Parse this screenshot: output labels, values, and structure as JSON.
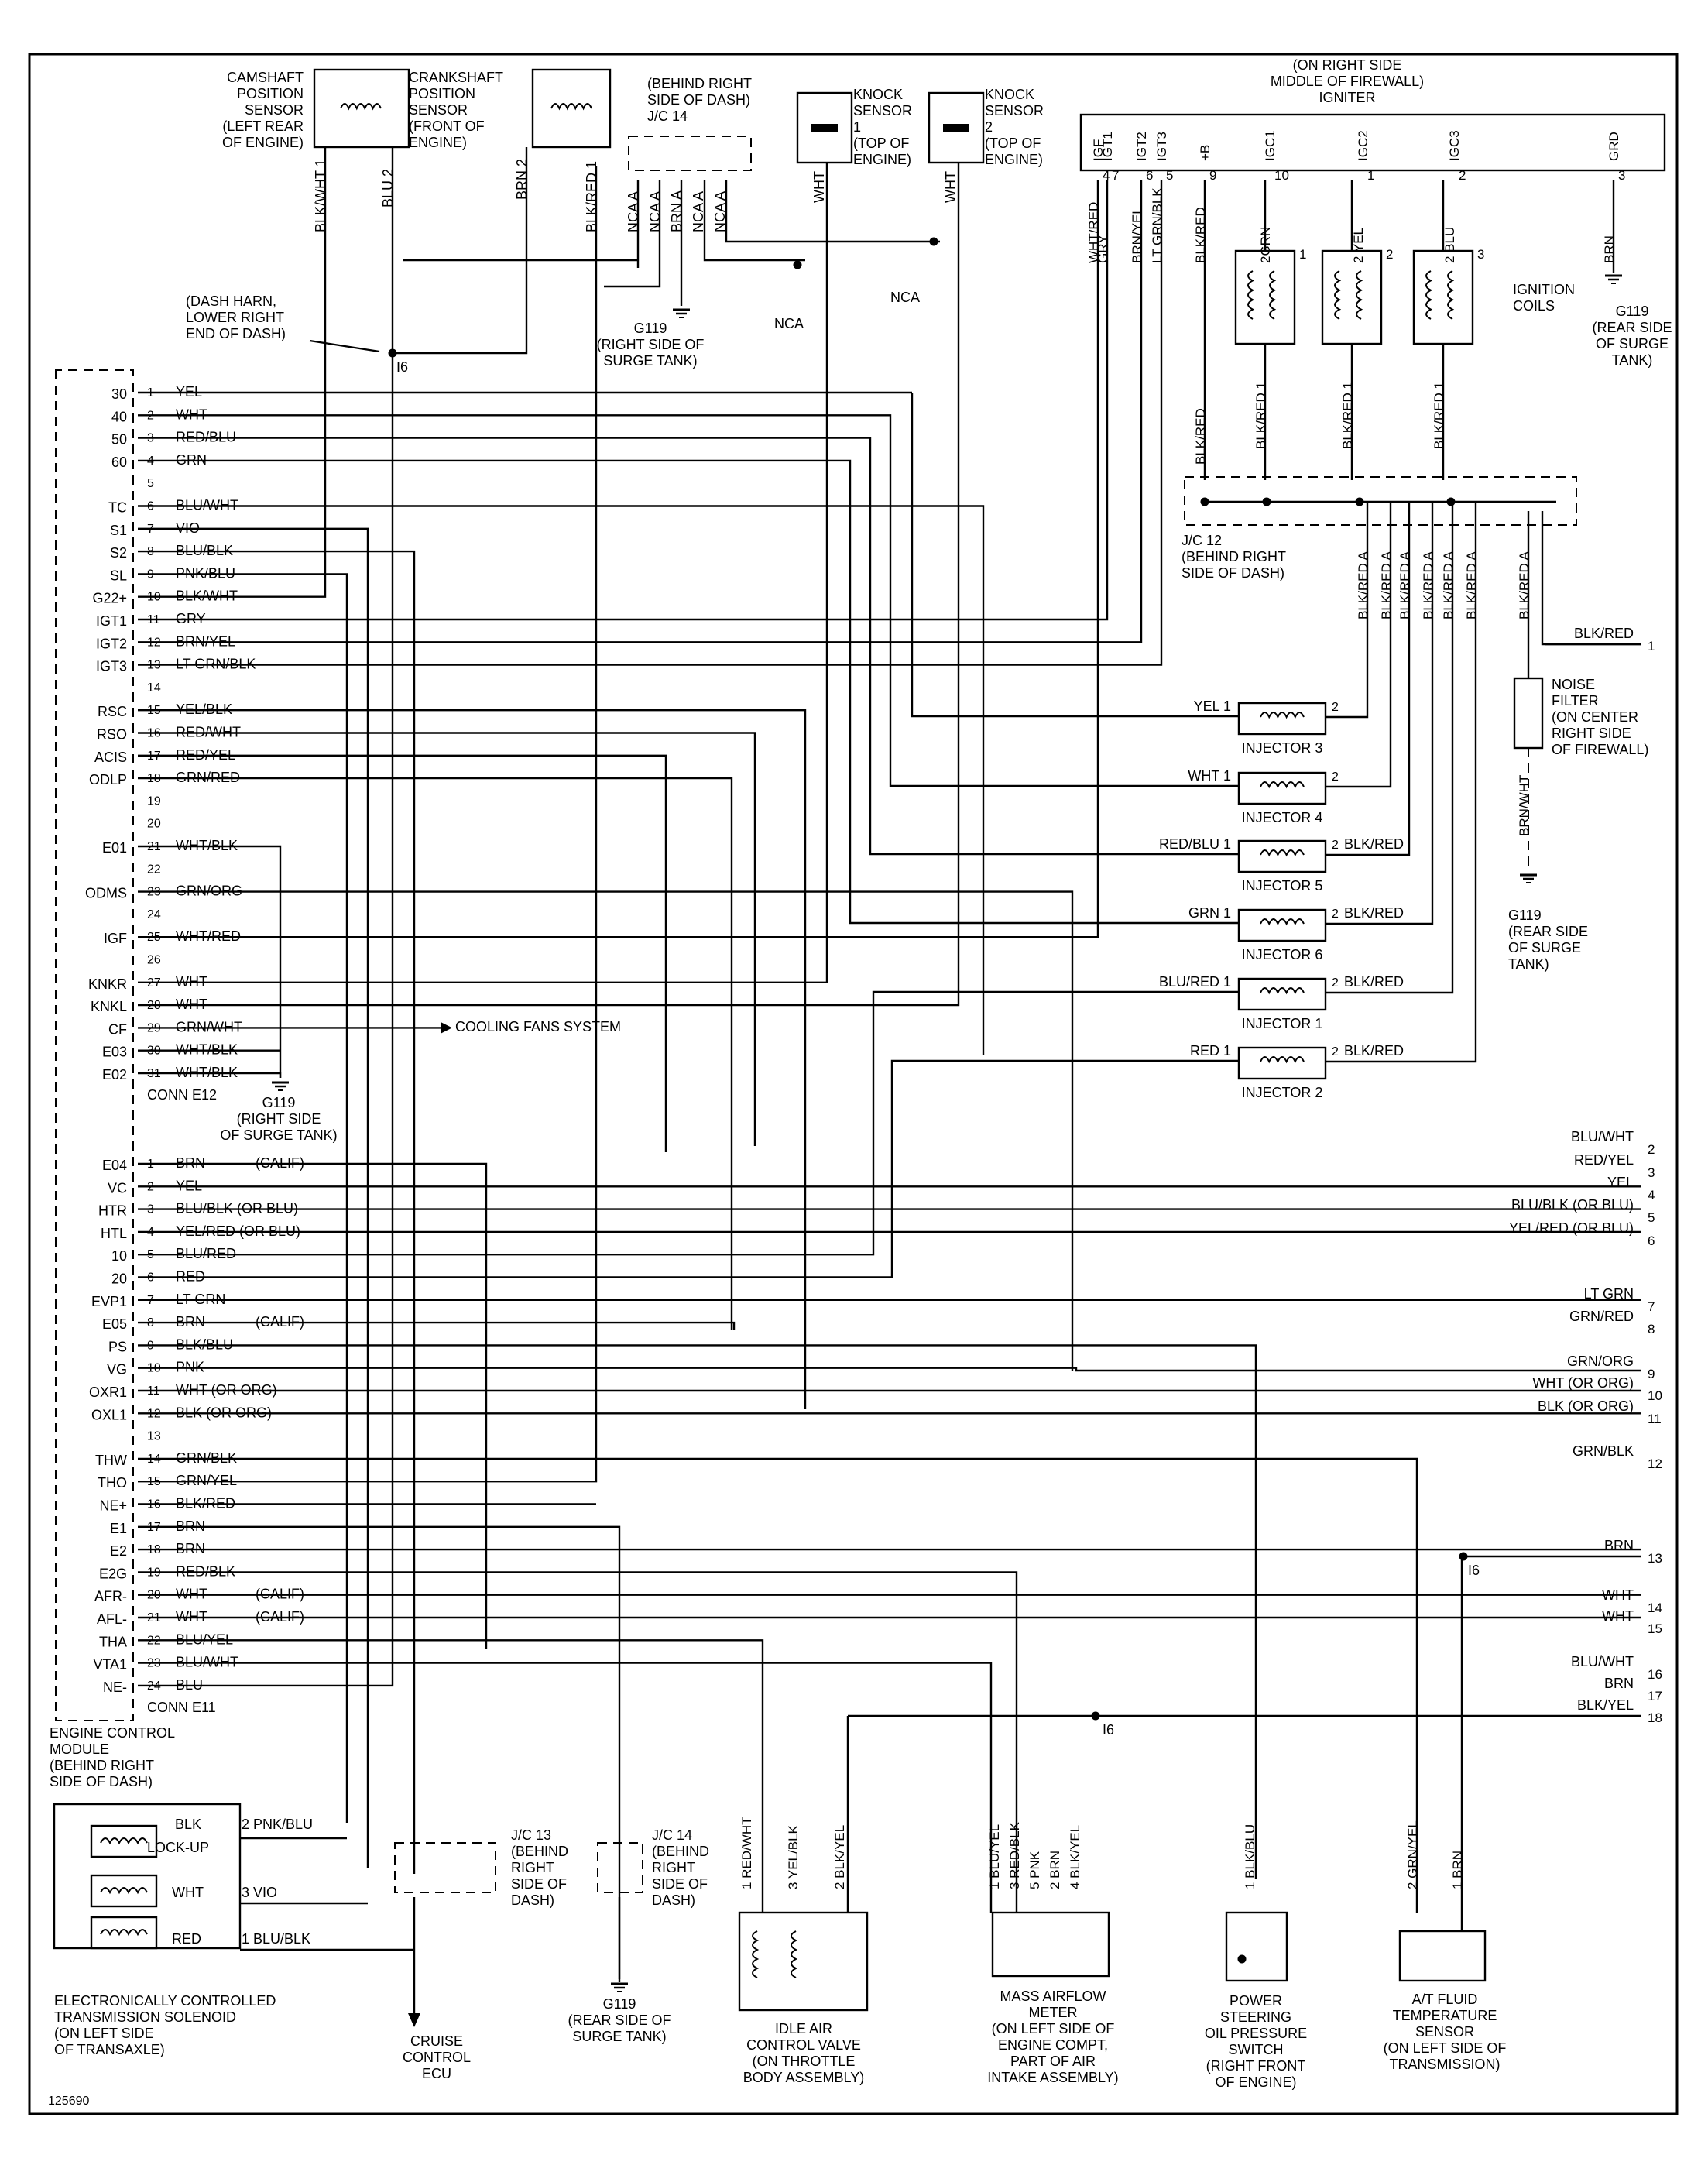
{
  "figure_id": "125690",
  "ecm": {
    "label": "ENGINE CONTROL MODULE (BEHIND RIGHT SIDE OF DASH)",
    "conn_e12": {
      "label": "CONN E12",
      "pins": [
        {
          "n": "1",
          "term": "30",
          "wire": "YEL"
        },
        {
          "n": "2",
          "term": "40",
          "wire": "WHT"
        },
        {
          "n": "3",
          "term": "50",
          "wire": "RED/BLU"
        },
        {
          "n": "4",
          "term": "60",
          "wire": "GRN"
        },
        {
          "n": "5",
          "term": "",
          "wire": ""
        },
        {
          "n": "6",
          "term": "TC",
          "wire": "BLU/WHT"
        },
        {
          "n": "7",
          "term": "S1",
          "wire": "VIO"
        },
        {
          "n": "8",
          "term": "S2",
          "wire": "BLU/BLK"
        },
        {
          "n": "9",
          "term": "SL",
          "wire": "PNK/BLU"
        },
        {
          "n": "10",
          "term": "G22+",
          "wire": "BLK/WHT"
        },
        {
          "n": "11",
          "term": "IGT1",
          "wire": "GRY"
        },
        {
          "n": "12",
          "term": "IGT2",
          "wire": "BRN/YEL"
        },
        {
          "n": "13",
          "term": "IGT3",
          "wire": "LT GRN/BLK"
        },
        {
          "n": "14",
          "term": "",
          "wire": ""
        },
        {
          "n": "15",
          "term": "RSC",
          "wire": "YEL/BLK"
        },
        {
          "n": "16",
          "term": "RSO",
          "wire": "RED/WHT"
        },
        {
          "n": "17",
          "term": "ACIS",
          "wire": "RED/YEL"
        },
        {
          "n": "18",
          "term": "ODLP",
          "wire": "GRN/RED"
        },
        {
          "n": "19",
          "term": "",
          "wire": ""
        },
        {
          "n": "20",
          "term": "",
          "wire": ""
        },
        {
          "n": "21",
          "term": "E01",
          "wire": "WHT/BLK"
        },
        {
          "n": "22",
          "term": "",
          "wire": ""
        },
        {
          "n": "23",
          "term": "ODMS",
          "wire": "GRN/ORG"
        },
        {
          "n": "24",
          "term": "",
          "wire": ""
        },
        {
          "n": "25",
          "term": "IGF",
          "wire": "WHT/RED"
        },
        {
          "n": "26",
          "term": "",
          "wire": ""
        },
        {
          "n": "27",
          "term": "KNKR",
          "wire": "WHT"
        },
        {
          "n": "28",
          "term": "KNKL",
          "wire": "WHT"
        },
        {
          "n": "29",
          "term": "CF",
          "wire": "GRN/WHT"
        },
        {
          "n": "30",
          "term": "E03",
          "wire": "WHT/BLK"
        },
        {
          "n": "31",
          "term": "E02",
          "wire": "WHT/BLK"
        }
      ]
    },
    "conn_e11": {
      "label": "CONN E11",
      "pins": [
        {
          "n": "1",
          "term": "E04",
          "wire": "BRN",
          "note": "(CALIF)"
        },
        {
          "n": "2",
          "term": "VC",
          "wire": "YEL",
          "note": ""
        },
        {
          "n": "3",
          "term": "HTR",
          "wire": "BLU/BLK (OR BLU)",
          "note": ""
        },
        {
          "n": "4",
          "term": "HTL",
          "wire": "YEL/RED (OR BLU)",
          "note": ""
        },
        {
          "n": "5",
          "term": "10",
          "wire": "BLU/RED",
          "note": ""
        },
        {
          "n": "6",
          "term": "20",
          "wire": "RED",
          "note": ""
        },
        {
          "n": "7",
          "term": "EVP1",
          "wire": "LT GRN",
          "note": ""
        },
        {
          "n": "8",
          "term": "E05",
          "wire": "BRN",
          "note": "(CALIF)"
        },
        {
          "n": "9",
          "term": "PS",
          "wire": "BLK/BLU",
          "note": ""
        },
        {
          "n": "10",
          "term": "VG",
          "wire": "PNK",
          "note": ""
        },
        {
          "n": "11",
          "term": "OXR1",
          "wire": "WHT (OR ORG)",
          "note": ""
        },
        {
          "n": "12",
          "term": "OXL1",
          "wire": "BLK (OR ORG)",
          "note": ""
        },
        {
          "n": "13",
          "term": "",
          "wire": "",
          "note": ""
        },
        {
          "n": "14",
          "term": "THW",
          "wire": "GRN/BLK",
          "note": ""
        },
        {
          "n": "15",
          "term": "THO",
          "wire": "GRN/YEL",
          "note": ""
        },
        {
          "n": "16",
          "term": "NE+",
          "wire": "BLK/RED",
          "note": ""
        },
        {
          "n": "17",
          "term": "E1",
          "wire": "BRN",
          "note": ""
        },
        {
          "n": "18",
          "term": "E2",
          "wire": "BRN",
          "note": ""
        },
        {
          "n": "19",
          "term": "E2G",
          "wire": "RED/BLK",
          "note": ""
        },
        {
          "n": "20",
          "term": "AFR-",
          "wire": "WHT",
          "note": "(CALIF)"
        },
        {
          "n": "21",
          "term": "AFL-",
          "wire": "WHT",
          "note": "(CALIF)"
        },
        {
          "n": "22",
          "term": "THA",
          "wire": "BLU/YEL",
          "note": ""
        },
        {
          "n": "23",
          "term": "VTA1",
          "wire": "BLU/WHT",
          "note": ""
        },
        {
          "n": "24",
          "term": "NE-",
          "wire": "BLU",
          "note": ""
        }
      ]
    }
  },
  "sensors": {
    "camshaft": "CAMSHAFT POSITION SENSOR (LEFT REAR OF ENGINE)",
    "crankshaft": "CRANKSHAFT POSITION SENSOR (FRONT OF ENGINE)",
    "jc14_top": "(BEHIND RIGHT SIDE OF DASH) J/C 14",
    "knock1": "KNOCK SENSOR 1 (TOP OF ENGINE)",
    "knock2": "KNOCK SENSOR 2 (TOP OF ENGINE)",
    "igniter": "(ON RIGHT SIDE MIDDLE OF FIREWALL) IGNITER",
    "ignition_coils": "IGNITION COILS",
    "dash_harn": "(DASH HARN, LOWER RIGHT END OF DASH)",
    "jc12": "J/C 12 (BEHIND RIGHT SIDE OF DASH)",
    "noise_filter": "NOISE FILTER (ON CENTER RIGHT SIDE OF FIREWALL)",
    "cooling": "COOLING FANS SYSTEM"
  },
  "grounds": {
    "g119_right": "G119 (RIGHT SIDE OF SURGE TANK)",
    "g119_rear": "G119 (REAR SIDE OF SURGE TANK)"
  },
  "splices": {
    "i6": "I6"
  },
  "igniter_pins": [
    {
      "name": "IGF",
      "num": "4",
      "wire": "WHT/RED"
    },
    {
      "name": "IGT1",
      "num": "7",
      "wire": "GRY"
    },
    {
      "name": "IGT2",
      "num": "6",
      "wire": "BRN/YEL"
    },
    {
      "name": "IGT3",
      "num": "5",
      "wire": "LT GRN/BLK"
    },
    {
      "name": "+B",
      "num": "9",
      "wire": "BLK/RED"
    },
    {
      "name": "IGC1",
      "num": "10",
      "wire": "2GRN"
    },
    {
      "name": "IGC2",
      "num": "1",
      "wire": "2 YEL"
    },
    {
      "name": "IGC3",
      "num": "2",
      "wire": "2 BLU"
    },
    {
      "name": "GRD",
      "num": "3",
      "wire": "BRN"
    }
  ],
  "injectors": [
    {
      "label": "INJECTOR 3",
      "in": "YEL 1",
      "out": ""
    },
    {
      "label": "INJECTOR 4",
      "in": "WHT 1",
      "out": ""
    },
    {
      "label": "INJECTOR 5",
      "in": "RED/BLU 1",
      "out": "BLK/RED"
    },
    {
      "label": "INJECTOR 6",
      "in": "GRN 1",
      "out": "BLK/RED"
    },
    {
      "label": "INJECTOR 1",
      "in": "BLU/RED 1",
      "out": "BLK/RED"
    },
    {
      "label": "INJECTOR 2",
      "in": "RED 1",
      "out": "BLK/RED"
    }
  ],
  "right_edge": [
    {
      "wire": "BLK/RED",
      "n": "1"
    },
    {
      "wire": "BLU/WHT",
      "n": "2"
    },
    {
      "wire": "RED/YEL",
      "n": "3"
    },
    {
      "wire": "YEL",
      "n": "4"
    },
    {
      "wire": "BLU/BLK (OR BLU)",
      "n": "5"
    },
    {
      "wire": "YEL/RED (OR BLU)",
      "n": "6"
    },
    {
      "wire": "LT GRN",
      "n": "7"
    },
    {
      "wire": "GRN/RED",
      "n": "8"
    },
    {
      "wire": "GRN/ORG",
      "n": "9"
    },
    {
      "wire": "WHT (OR ORG)",
      "n": "10"
    },
    {
      "wire": "BLK (OR ORG)",
      "n": "11"
    },
    {
      "wire": "GRN/BLK",
      "n": "12"
    },
    {
      "wire": "BRN",
      "n": "13"
    },
    {
      "wire": "WHT",
      "n": "14"
    },
    {
      "wire": "WHT",
      "n": "15"
    },
    {
      "wire": "BLU/WHT",
      "n": "16"
    },
    {
      "wire": "BRN",
      "n": "17"
    },
    {
      "wire": "BLK/YEL",
      "n": "18"
    }
  ],
  "bottom": {
    "transmission": "ELECTRONICALLY CONTROLLED TRANSMISSION SOLENOID (ON LEFT SIDE OF TRANSAXLE)",
    "lockup": "LOCK-UP",
    "cruise": "CRUISE CONTROL ECU",
    "jc13": "J/C 13 (BEHIND RIGHT SIDE OF DASH)",
    "jc14": "J/C 14 (BEHIND RIGHT SIDE OF DASH)",
    "g119": "G119 (REAR SIDE OF SURGE TANK)",
    "iac": "IDLE AIR CONTROL VALVE (ON THROTTLE BODY ASSEMBLY)",
    "maf": "MASS AIRFLOW METER (ON LEFT SIDE OF ENGINE COMPT, PART OF AIR INTAKE ASSEMBLY)",
    "ps": "POWER STEERING OIL PRESSURE SWITCH (RIGHT FRONT OF ENGINE)",
    "atf": "A/T FLUID TEMPERATURE SENSOR (ON LEFT SIDE OF TRANSMISSION)"
  }
}
